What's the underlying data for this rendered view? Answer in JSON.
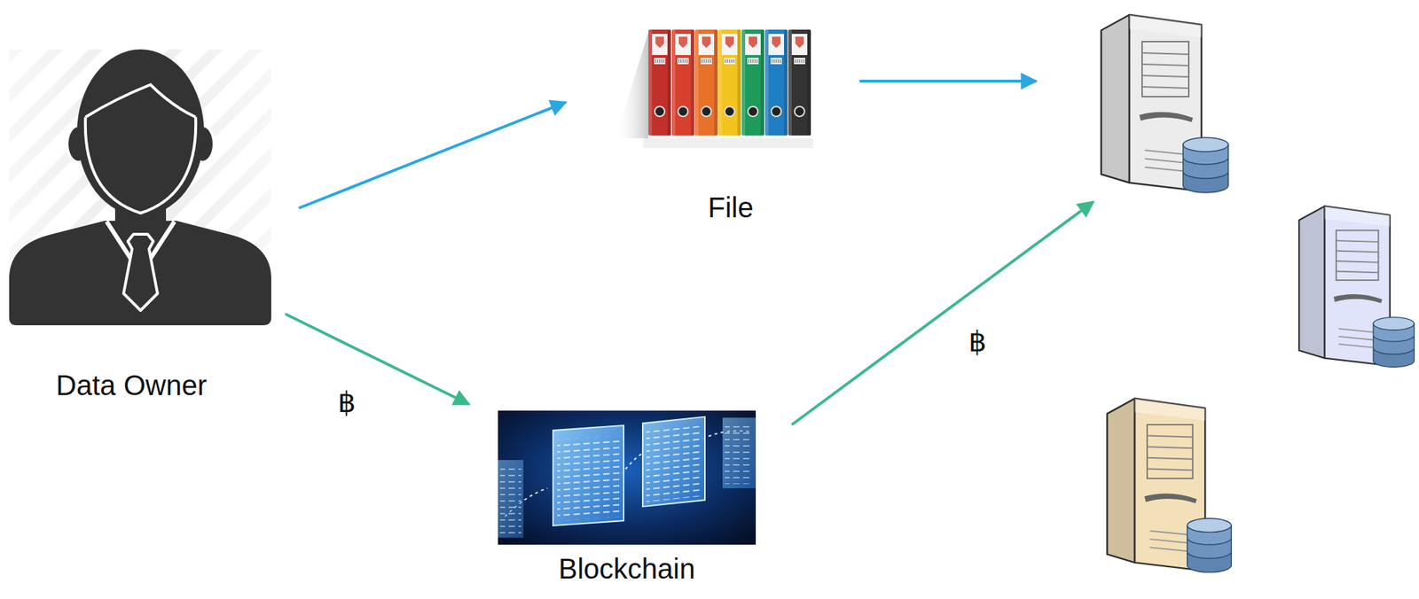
{
  "diagram": {
    "nodes": [
      {
        "text": [
          "Data Owner"
        ]
      },
      {
        "text": [
          "File"
        ]
      },
      {
        "text": [
          "Blockchain"
        ]
      }
    ],
    "edges": [
      {
        "from": 0,
        "to": 1,
        "arrow": "to"
      },
      {
        "from": 0,
        "to": 2,
        "arrow": "to",
        "label": "฿"
      }
    ],
    "labels": [
      "฿"
    ]
  }
}
